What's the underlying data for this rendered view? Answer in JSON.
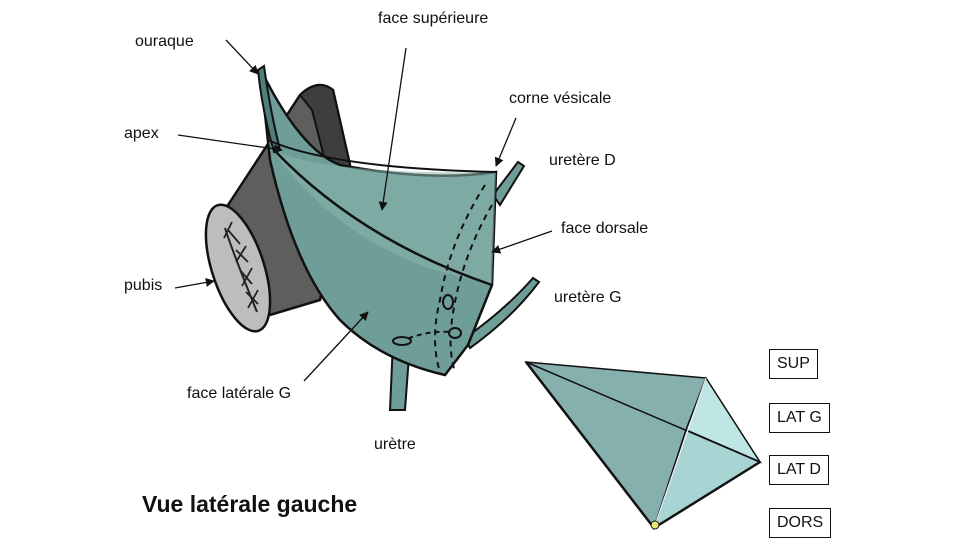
{
  "labels": {
    "ouraque": "ouraque",
    "face_superieure": "face supérieure",
    "corne_vesicale": "corne vésicale",
    "apex": "apex",
    "uretere_d": "uretère D",
    "face_dorsale": "face dorsale",
    "pubis": "pubis",
    "uretere_g": "uretère G",
    "face_laterale_g": "face latérale G",
    "uretre": "urètre"
  },
  "title": "Vue latérale gauche",
  "orientation": {
    "sup": "SUP",
    "lat_g": "LAT G",
    "lat_d": "LAT D",
    "dors": "DORS"
  },
  "colors": {
    "bladder": "#6f9d97",
    "bladder_dark": "#4f7f79",
    "pubis": "#7a7a7a",
    "pubis_dark": "#4d4d4d",
    "pyramid_dark": "#7fa9a7",
    "pyramid_light": "#b6e0e0"
  }
}
